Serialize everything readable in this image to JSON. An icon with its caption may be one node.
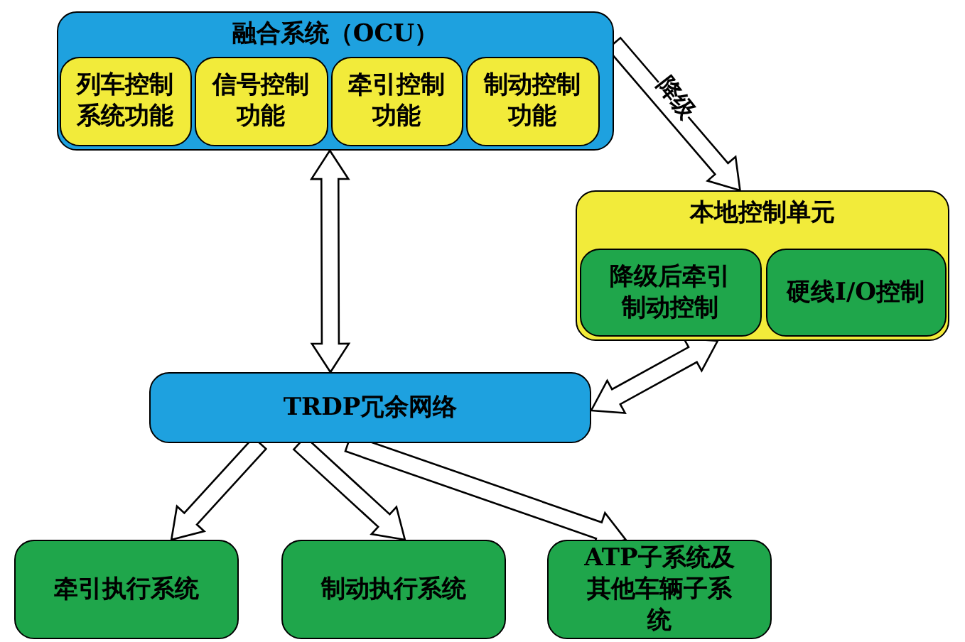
{
  "diagram": {
    "nodes": [
      {
        "text": [
          "融合系统（OCU）"
        ]
      },
      {
        "text": [
          "列车控制系统功能"
        ],
        "in": 0
      },
      {
        "text": [
          "信号控制功能"
        ],
        "in": 0
      },
      {
        "text": [
          "牵引控制功能"
        ],
        "in": 0
      },
      {
        "text": [
          "制动控制功能"
        ],
        "in": 0
      },
      {
        "text": [
          "本地控制单元"
        ]
      },
      {
        "text": [
          "降级后牵引制动控制"
        ],
        "in": 5
      },
      {
        "text": [
          "硬线I/O控制"
        ],
        "in": 5
      },
      {
        "text": [
          "TRDP冗余网络"
        ]
      },
      {
        "text": [
          "牵引执行系统"
        ]
      },
      {
        "text": [
          "制动执行系统"
        ]
      },
      {
        "text": [
          "ATP子系统及其他车辆子系统"
        ]
      }
    ],
    "edges": [
      {
        "from": 0,
        "to": 5,
        "arrow": "to",
        "label": "降级"
      },
      {
        "from": 0,
        "to": 8,
        "arrow": "both"
      },
      {
        "from": 8,
        "to": 5,
        "arrow": "both"
      },
      {
        "from": 8,
        "to": 9,
        "arrow": "to"
      },
      {
        "from": 8,
        "to": 10,
        "arrow": "to"
      },
      {
        "from": 8,
        "to": 11,
        "arrow": "to"
      }
    ]
  }
}
